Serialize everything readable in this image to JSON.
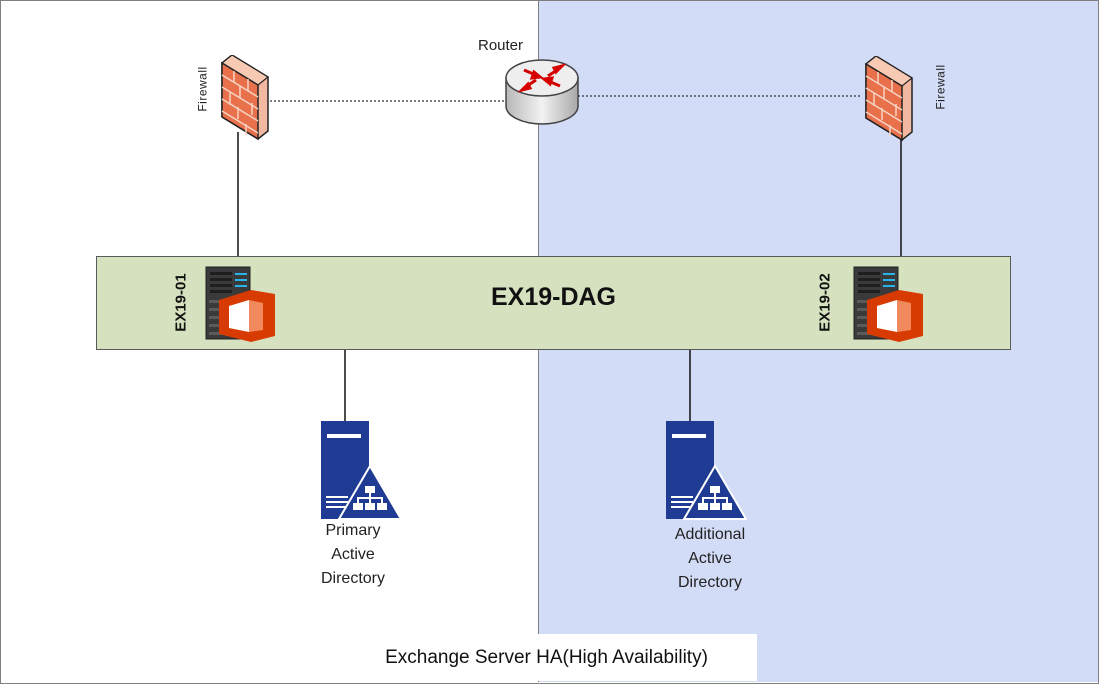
{
  "router": {
    "label": "Router"
  },
  "firewalls": {
    "left_label": "Firewall",
    "right_label": "Firewall"
  },
  "dag": {
    "title": "EX19-DAG"
  },
  "servers": {
    "left_name": "EX19-01",
    "right_name": "EX19-02"
  },
  "directories": {
    "primary": "Primary\nActive\nDirectory",
    "additional": "Additional\nActive\nDirectory"
  },
  "caption": "Exchange Server HA(High Availability)",
  "colors": {
    "site_right_bg": "#d2dcf7",
    "dag_bg": "#d6e2bf",
    "ad_icon": "#1f3b93",
    "office_orange": "#d83b01",
    "firewall": "#e8704a"
  }
}
